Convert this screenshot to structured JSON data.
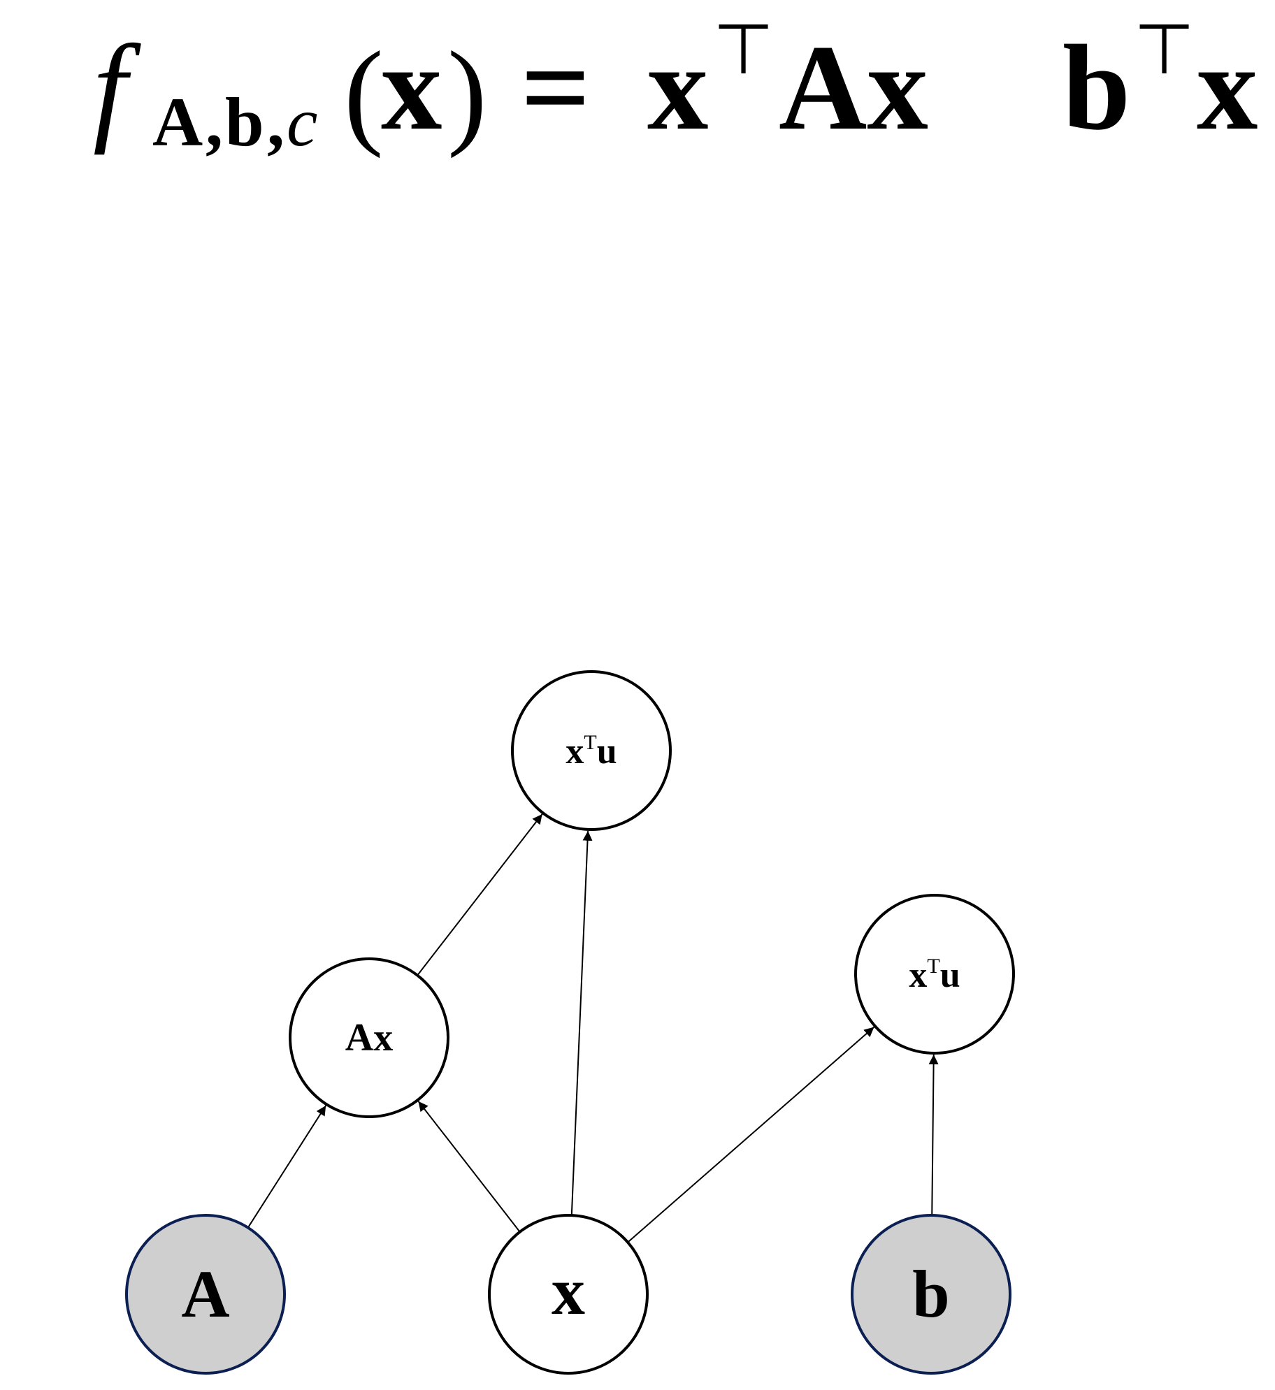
{
  "formula": {
    "f": "f",
    "sub_A": "A",
    "sub_comma1": ",",
    "sub_b": "b",
    "sub_comma2": ",",
    "sub_c": "c",
    "open_paren": "(",
    "arg_x": "x",
    "close_paren": ")",
    "equals": "=",
    "term1_x": "x",
    "term1_transpose": "⊤",
    "term1_Ax": "Ax",
    "term2_b": "b",
    "term2_transpose": "⊤",
    "term2_x": "x"
  },
  "graph": {
    "nodes": {
      "xtu_top": {
        "main": "x",
        "sup": "T",
        "tail": "u",
        "observed": false
      },
      "ax": {
        "label": "Ax",
        "observed": false
      },
      "xtu_right": {
        "main": "x",
        "sup": "T",
        "tail": "u",
        "observed": false
      },
      "A": {
        "label": "A",
        "observed": true
      },
      "x": {
        "label": "x",
        "observed": false
      },
      "b": {
        "label": "b",
        "observed": true
      }
    },
    "edges": [
      {
        "from": "A",
        "to": "ax"
      },
      {
        "from": "x",
        "to": "ax"
      },
      {
        "from": "ax",
        "to": "xtu_top"
      },
      {
        "from": "x",
        "to": "xtu_top"
      },
      {
        "from": "x",
        "to": "xtu_right"
      },
      {
        "from": "b",
        "to": "xtu_right"
      }
    ],
    "colors": {
      "observed_fill": "#d0cfd0",
      "observed_stroke": "#0b1f52",
      "node_stroke": "#000000",
      "edge": "#000000"
    }
  }
}
